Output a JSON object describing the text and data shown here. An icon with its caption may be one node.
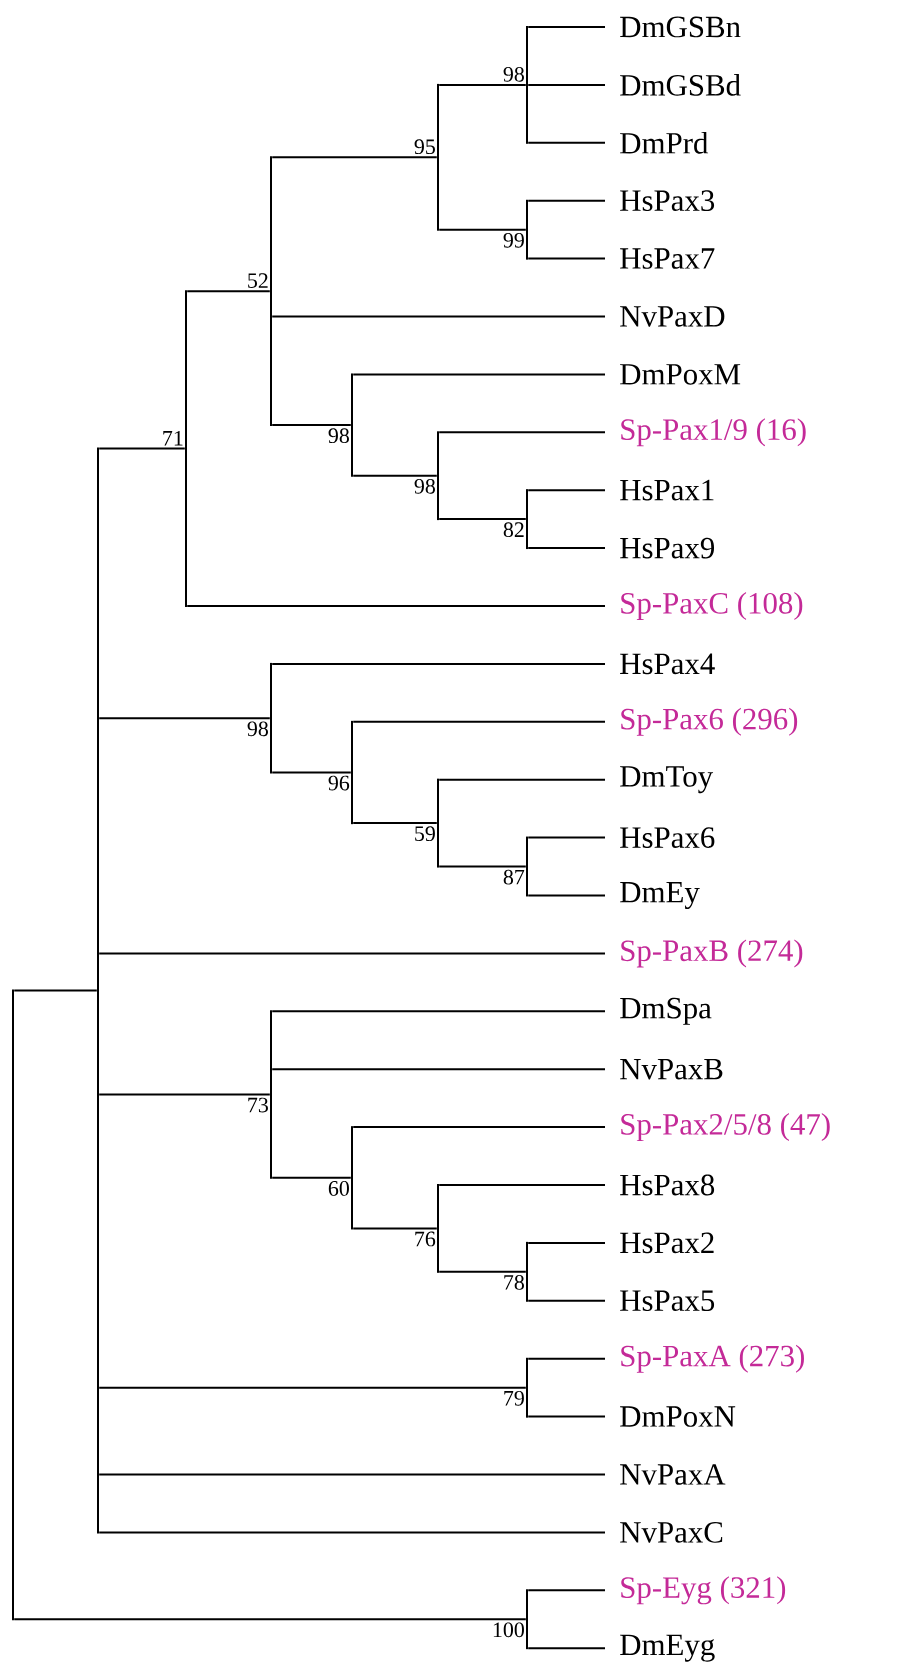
{
  "diagram": {
    "nodes": [
      {
        "text": [
          "DmGSBn"
        ]
      },
      {
        "text": [
          "DmGSBd"
        ]
      },
      {
        "text": [
          "DmPrd"
        ]
      },
      {
        "text": [
          "HsPax3"
        ]
      },
      {
        "text": [
          "HsPax7"
        ]
      },
      {
        "text": [
          "NvPaxD"
        ]
      },
      {
        "text": [
          "DmPoxM"
        ]
      },
      {
        "text": [
          "Sp-Pax1/9 (16)"
        ]
      },
      {
        "text": [
          "HsPax1"
        ]
      },
      {
        "text": [
          "HsPax9"
        ]
      },
      {
        "text": [
          "Sp-PaxC (108)"
        ]
      },
      {
        "text": [
          "HsPax4"
        ]
      },
      {
        "text": [
          "Sp-Pax6 (296)"
        ]
      },
      {
        "text": [
          "DmToy"
        ]
      },
      {
        "text": [
          "HsPax6"
        ]
      },
      {
        "text": [
          "DmEy"
        ]
      },
      {
        "text": [
          "Sp-PaxB (274)"
        ]
      },
      {
        "text": [
          "DmSpa"
        ]
      },
      {
        "text": [
          "NvPaxB"
        ]
      },
      {
        "text": [
          "Sp-Pax2/5/8 (47)"
        ]
      },
      {
        "text": [
          "HsPax8"
        ]
      },
      {
        "text": [
          "HsPax2"
        ]
      },
      {
        "text": [
          "HsPax5"
        ]
      },
      {
        "text": [
          "Sp-PaxA (273)"
        ]
      },
      {
        "text": [
          "DmPoxN"
        ]
      },
      {
        "text": [
          "NvPaxA"
        ]
      },
      {
        "text": [
          "NvPaxC"
        ]
      },
      {
        "text": [
          "Sp-Eyg (321)"
        ]
      },
      {
        "text": [
          "DmEyg"
        ]
      },
      {
        "text": [],
        "shape": "bar",
        "beside": [
          "98"
        ]
      },
      {
        "text": [],
        "shape": "bar",
        "beside": [
          "99"
        ]
      },
      {
        "text": [],
        "shape": "bar",
        "beside": [
          "95"
        ]
      },
      {
        "text": [],
        "shape": "bar",
        "beside": [
          "82"
        ]
      },
      {
        "text": [],
        "shape": "bar",
        "beside": [
          "98"
        ]
      },
      {
        "text": [],
        "shape": "bar",
        "beside": [
          "98"
        ]
      },
      {
        "text": [],
        "shape": "bar",
        "beside": [
          "52"
        ]
      },
      {
        "text": [],
        "shape": "bar",
        "beside": [
          "71"
        ]
      },
      {
        "text": [],
        "shape": "bar",
        "beside": [
          "87"
        ]
      },
      {
        "text": [],
        "shape": "bar",
        "beside": [
          "59"
        ]
      },
      {
        "text": [],
        "shape": "bar",
        "beside": [
          "96"
        ]
      },
      {
        "text": [],
        "shape": "bar",
        "beside": [
          "98"
        ]
      },
      {
        "text": [],
        "shape": "bar",
        "beside": [
          "78"
        ]
      },
      {
        "text": [],
        "shape": "bar",
        "beside": [
          "76"
        ]
      },
      {
        "text": [],
        "shape": "bar",
        "beside": [
          "60"
        ]
      },
      {
        "text": [],
        "shape": "bar",
        "beside": [
          "73"
        ]
      },
      {
        "text": [],
        "shape": "bar",
        "beside": [
          "79"
        ]
      },
      {
        "text": [],
        "shape": "bar"
      },
      {
        "text": [],
        "shape": "bar",
        "beside": [
          "100"
        ]
      },
      {
        "text": [],
        "shape": "bar"
      }
    ],
    "edges": [
      {
        "from": 29,
        "to": 0,
        "arrow": "none"
      },
      {
        "from": 29,
        "to": 1,
        "arrow": "none"
      },
      {
        "from": 29,
        "to": 2,
        "arrow": "none"
      },
      {
        "from": 30,
        "to": 3,
        "arrow": "none"
      },
      {
        "from": 30,
        "to": 4,
        "arrow": "none"
      },
      {
        "from": 31,
        "to": 29,
        "arrow": "none"
      },
      {
        "from": 31,
        "to": 30,
        "arrow": "none"
      },
      {
        "from": 32,
        "to": 8,
        "arrow": "none"
      },
      {
        "from": 32,
        "to": 9,
        "arrow": "none"
      },
      {
        "from": 33,
        "to": 7,
        "arrow": "none"
      },
      {
        "from": 33,
        "to": 32,
        "arrow": "none"
      },
      {
        "from": 34,
        "to": 6,
        "arrow": "none"
      },
      {
        "from": 34,
        "to": 33,
        "arrow": "none"
      },
      {
        "from": 35,
        "to": 31,
        "arrow": "none"
      },
      {
        "from": 35,
        "to": 5,
        "arrow": "none"
      },
      {
        "from": 35,
        "to": 34,
        "arrow": "none"
      },
      {
        "from": 36,
        "to": 35,
        "arrow": "none"
      },
      {
        "from": 36,
        "to": 10,
        "arrow": "none"
      },
      {
        "from": 37,
        "to": 14,
        "arrow": "none"
      },
      {
        "from": 37,
        "to": 15,
        "arrow": "none"
      },
      {
        "from": 38,
        "to": 13,
        "arrow": "none"
      },
      {
        "from": 38,
        "to": 37,
        "arrow": "none"
      },
      {
        "from": 39,
        "to": 12,
        "arrow": "none"
      },
      {
        "from": 39,
        "to": 38,
        "arrow": "none"
      },
      {
        "from": 40,
        "to": 11,
        "arrow": "none"
      },
      {
        "from": 40,
        "to": 39,
        "arrow": "none"
      },
      {
        "from": 41,
        "to": 21,
        "arrow": "none"
      },
      {
        "from": 41,
        "to": 22,
        "arrow": "none"
      },
      {
        "from": 42,
        "to": 20,
        "arrow": "none"
      },
      {
        "from": 42,
        "to": 41,
        "arrow": "none"
      },
      {
        "from": 43,
        "to": 19,
        "arrow": "none"
      },
      {
        "from": 43,
        "to": 42,
        "arrow": "none"
      },
      {
        "from": 44,
        "to": 17,
        "arrow": "none"
      },
      {
        "from": 44,
        "to": 18,
        "arrow": "none"
      },
      {
        "from": 44,
        "to": 43,
        "arrow": "none"
      },
      {
        "from": 45,
        "to": 23,
        "arrow": "none"
      },
      {
        "from": 45,
        "to": 24,
        "arrow": "none"
      },
      {
        "from": 48,
        "to": 36,
        "arrow": "none"
      },
      {
        "from": 48,
        "to": 40,
        "arrow": "none"
      },
      {
        "from": 48,
        "to": 16,
        "arrow": "none"
      },
      {
        "from": 48,
        "to": 44,
        "arrow": "none"
      },
      {
        "from": 48,
        "to": 45,
        "arrow": "none"
      },
      {
        "from": 48,
        "to": 25,
        "arrow": "none"
      },
      {
        "from": 48,
        "to": 26,
        "arrow": "none"
      },
      {
        "from": 47,
        "to": 27,
        "arrow": "none"
      },
      {
        "from": 47,
        "to": 28,
        "arrow": "none"
      },
      {
        "from": 46,
        "to": 48,
        "arrow": "none"
      },
      {
        "from": 46,
        "to": 47,
        "arrow": "none"
      }
    ]
  }
}
